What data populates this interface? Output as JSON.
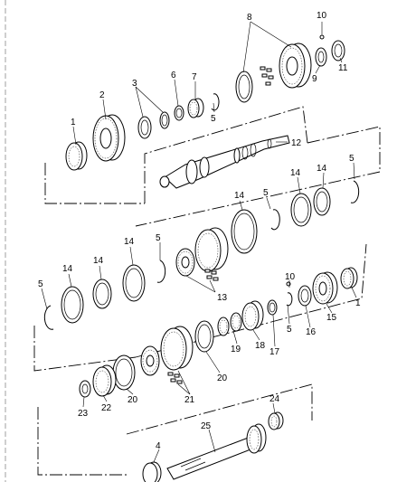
{
  "callouts": [
    {
      "id": "c1a",
      "text": "1"
    },
    {
      "id": "c2",
      "text": "2"
    },
    {
      "id": "c3",
      "text": "3"
    },
    {
      "id": "c6",
      "text": "6"
    },
    {
      "id": "c7",
      "text": "7"
    },
    {
      "id": "c5a",
      "text": "5"
    },
    {
      "id": "c8",
      "text": "8"
    },
    {
      "id": "c9",
      "text": "9"
    },
    {
      "id": "c10a",
      "text": "10"
    },
    {
      "id": "c11",
      "text": "11"
    },
    {
      "id": "c12",
      "text": "12"
    },
    {
      "id": "c5b",
      "text": "5"
    },
    {
      "id": "c14a",
      "text": "14"
    },
    {
      "id": "c14b",
      "text": "14"
    },
    {
      "id": "c14c",
      "text": "14"
    },
    {
      "id": "c5c",
      "text": "5"
    },
    {
      "id": "c14d",
      "text": "14"
    },
    {
      "id": "c5d",
      "text": "5"
    },
    {
      "id": "c14e",
      "text": "14"
    },
    {
      "id": "c14f",
      "text": "14"
    },
    {
      "id": "c5e",
      "text": "5"
    },
    {
      "id": "c13",
      "text": "13"
    },
    {
      "id": "c10b",
      "text": "10"
    },
    {
      "id": "c1b",
      "text": "1"
    },
    {
      "id": "c15",
      "text": "15"
    },
    {
      "id": "c16",
      "text": "16"
    },
    {
      "id": "c5f",
      "text": "5"
    },
    {
      "id": "c17",
      "text": "17"
    },
    {
      "id": "c18",
      "text": "18"
    },
    {
      "id": "c19",
      "text": "19"
    },
    {
      "id": "c20a",
      "text": "20"
    },
    {
      "id": "c21",
      "text": "21"
    },
    {
      "id": "c20b",
      "text": "20"
    },
    {
      "id": "c22",
      "text": "22"
    },
    {
      "id": "c23",
      "text": "23"
    },
    {
      "id": "c24",
      "text": "24"
    },
    {
      "id": "c25",
      "text": "25"
    },
    {
      "id": "c4",
      "text": "4"
    }
  ]
}
